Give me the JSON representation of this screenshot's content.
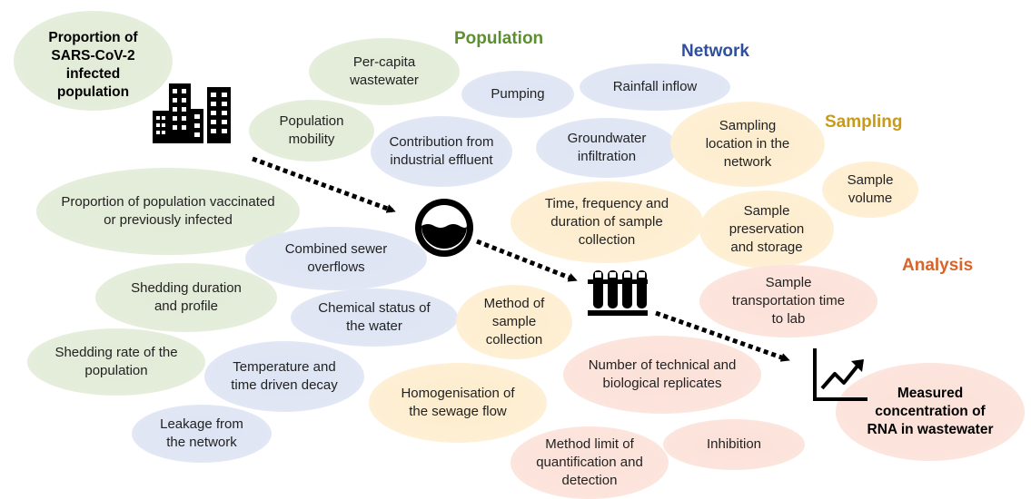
{
  "categories": {
    "population": {
      "label": "Population",
      "color": "#5b8f2f"
    },
    "network": {
      "label": "Network",
      "color": "#2f4f9c"
    },
    "sampling": {
      "label": "Sampling",
      "color": "#c79a1a"
    },
    "analysis": {
      "label": "Analysis",
      "color": "#d9642a"
    }
  },
  "endpoints": {
    "start": "Proportion of SARS-CoV-2 infected population",
    "end": "Measured concentration of RNA in wastewater"
  },
  "factors": {
    "per_capita": "Per-capita wastewater",
    "pumping": "Pumping",
    "rainfall": "Rainfall inflow",
    "mobility": "Population mobility",
    "industrial": "Contribution from industrial effluent",
    "groundwater": "Groundwater infiltration",
    "sampling_location": "Sampling location in the network",
    "sample_volume": "Sample volume",
    "vaccinated": "Proportion of population vaccinated or previously infected",
    "time_frequency": "Time, frequency and duration of sample collection",
    "preservation": "Sample preservation and storage",
    "sewer_overflows": "Combined sewer overflows",
    "shedding_duration": "Shedding duration and profile",
    "transport_time": "Sample transportation time to lab",
    "chemical_status": "Chemical status of the water",
    "method_collection": "Method of sample collection",
    "shedding_rate": "Shedding rate of the population",
    "temperature": "Temperature and time driven decay",
    "replicates": "Number of technical and biological replicates",
    "homogenisation": "Homogenisation of the sewage flow",
    "leakage": "Leakage from the network",
    "method_limit": "Method limit of quantification and detection",
    "inhibition": "Inhibition"
  },
  "icons": [
    "buildings-icon",
    "water-tank-icon",
    "test-tubes-icon",
    "line-chart-icon"
  ],
  "colors": {
    "population_bubble": "#e4edda",
    "network_bubble": "#e0e6f4",
    "sampling_bubble": "#feefd3",
    "analysis_bubble": "#fce4dc",
    "arrow": "#000000"
  }
}
